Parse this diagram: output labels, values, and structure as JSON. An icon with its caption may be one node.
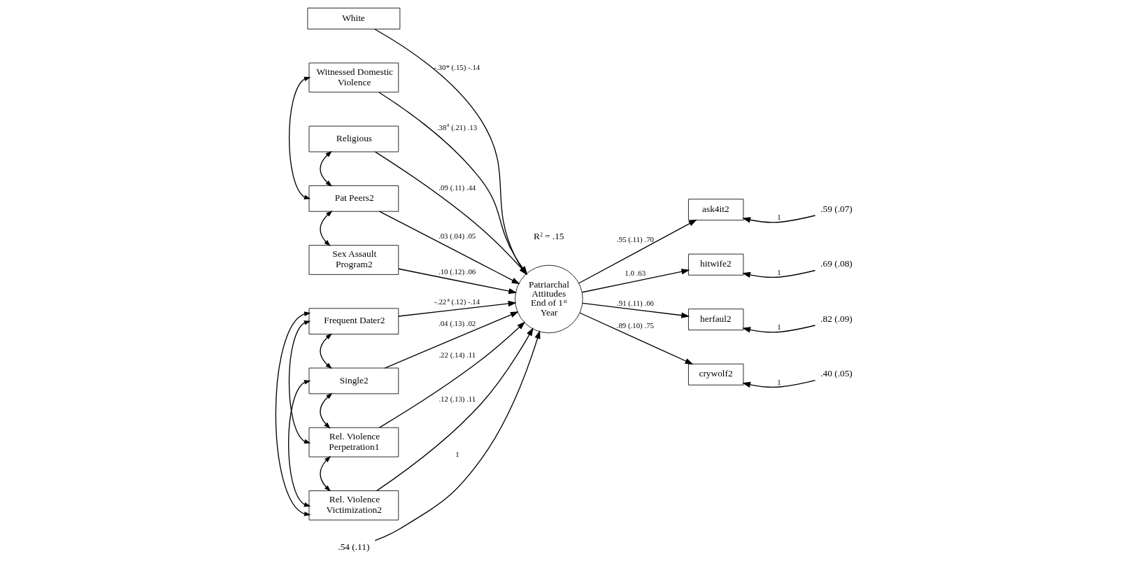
{
  "diagram": {
    "nodes": [
      {
        "text": [
          "White"
        ]
      },
      {
        "text": [
          "Witnessed Domestic Violence"
        ]
      },
      {
        "text": [
          "Religious"
        ]
      },
      {
        "text": [
          "Pat Peers2"
        ]
      },
      {
        "text": [
          "Sex Assault Program2"
        ]
      },
      {
        "text": [
          "Frequent Dater2"
        ]
      },
      {
        "text": [
          "Single2"
        ]
      },
      {
        "text": [
          "Rel. Violence Perpetration1"
        ]
      },
      {
        "text": [
          "Rel. Violence Victimization2"
        ]
      },
      {
        "text": [
          "Patriarchal Attitudes End of 1$^{st}$ Year"
        ]
      },
      {
        "text": [
          ".54 (.11)"
        ]
      },
      {
        "text": [
          "ask4it2"
        ]
      },
      {
        "text": [
          "hitwife2"
        ]
      },
      {
        "text": [
          "herfaul2"
        ]
      },
      {
        "text": [
          "crywolf2"
        ]
      },
      {
        "text": [
          ".59 (.07)"
        ]
      },
      {
        "text": [
          ".69 (.08)"
        ]
      },
      {
        "text": [
          ".82 (.09)"
        ]
      },
      {
        "text": [
          ".40 (.05)"
        ]
      }
    ],
    "edges": [
      {
        "from": 0,
        "to": 9,
        "arrow": "to",
        "label": "-.30* (.15) -.14"
      },
      {
        "from": 1,
        "to": 9,
        "arrow": "to",
        "label": ".38$^{a}$ (.21) .13"
      },
      {
        "from": 2,
        "to": 9,
        "arrow": "to",
        "label": ".09 (.11) .44"
      },
      {
        "from": 3,
        "to": 9,
        "arrow": "to",
        "label": ".03 (.04) .05"
      },
      {
        "from": 4,
        "to": 9,
        "arrow": "to",
        "label": ".10 (.12) .06"
      },
      {
        "from": 5,
        "to": 9,
        "arrow": "to",
        "label": "-.22$^{a}$ (.12) -.14"
      },
      {
        "from": 6,
        "to": 9,
        "arrow": "to",
        "label": ".04 (.13) .02"
      },
      {
        "from": 7,
        "to": 9,
        "arrow": "to",
        "label": ".22 (.14) .11"
      },
      {
        "from": 8,
        "to": 9,
        "arrow": "to",
        "label": ".12 (.13) .11"
      },
      {
        "from": 10,
        "to": 9,
        "arrow": "to",
        "label": "1"
      },
      {
        "from": 9,
        "to": 11,
        "arrow": "to",
        "label": ".95 (.11) .70"
      },
      {
        "from": 9,
        "to": 12,
        "arrow": "to",
        "label": "1.0 .63"
      },
      {
        "from": 9,
        "to": 13,
        "arrow": "to",
        "label": ".91 (.11) .66"
      },
      {
        "from": 9,
        "to": 14,
        "arrow": "to",
        "label": ".89 (.10) .75"
      },
      {
        "from": 15,
        "to": 11,
        "arrow": "to",
        "label": "1"
      },
      {
        "from": 16,
        "to": 12,
        "arrow": "to",
        "label": "1"
      },
      {
        "from": 17,
        "to": 13,
        "arrow": "to",
        "label": "1"
      },
      {
        "from": 18,
        "to": 14,
        "arrow": "to",
        "label": "1"
      },
      {
        "from": 1,
        "to": 3,
        "arrow": "both"
      },
      {
        "from": 2,
        "to": 3,
        "arrow": "both"
      },
      {
        "from": 3,
        "to": 4,
        "arrow": "both"
      },
      {
        "from": 5,
        "to": 6,
        "arrow": "both"
      },
      {
        "from": 5,
        "to": 7,
        "arrow": "both"
      },
      {
        "from": 5,
        "to": 8,
        "arrow": "both"
      },
      {
        "from": 6,
        "to": 7,
        "arrow": "both"
      },
      {
        "from": 6,
        "to": 8,
        "arrow": "both"
      },
      {
        "from": 7,
        "to": 8,
        "arrow": "both"
      }
    ],
    "labels": [
      "R$^{2}$ = .15"
    ]
  }
}
